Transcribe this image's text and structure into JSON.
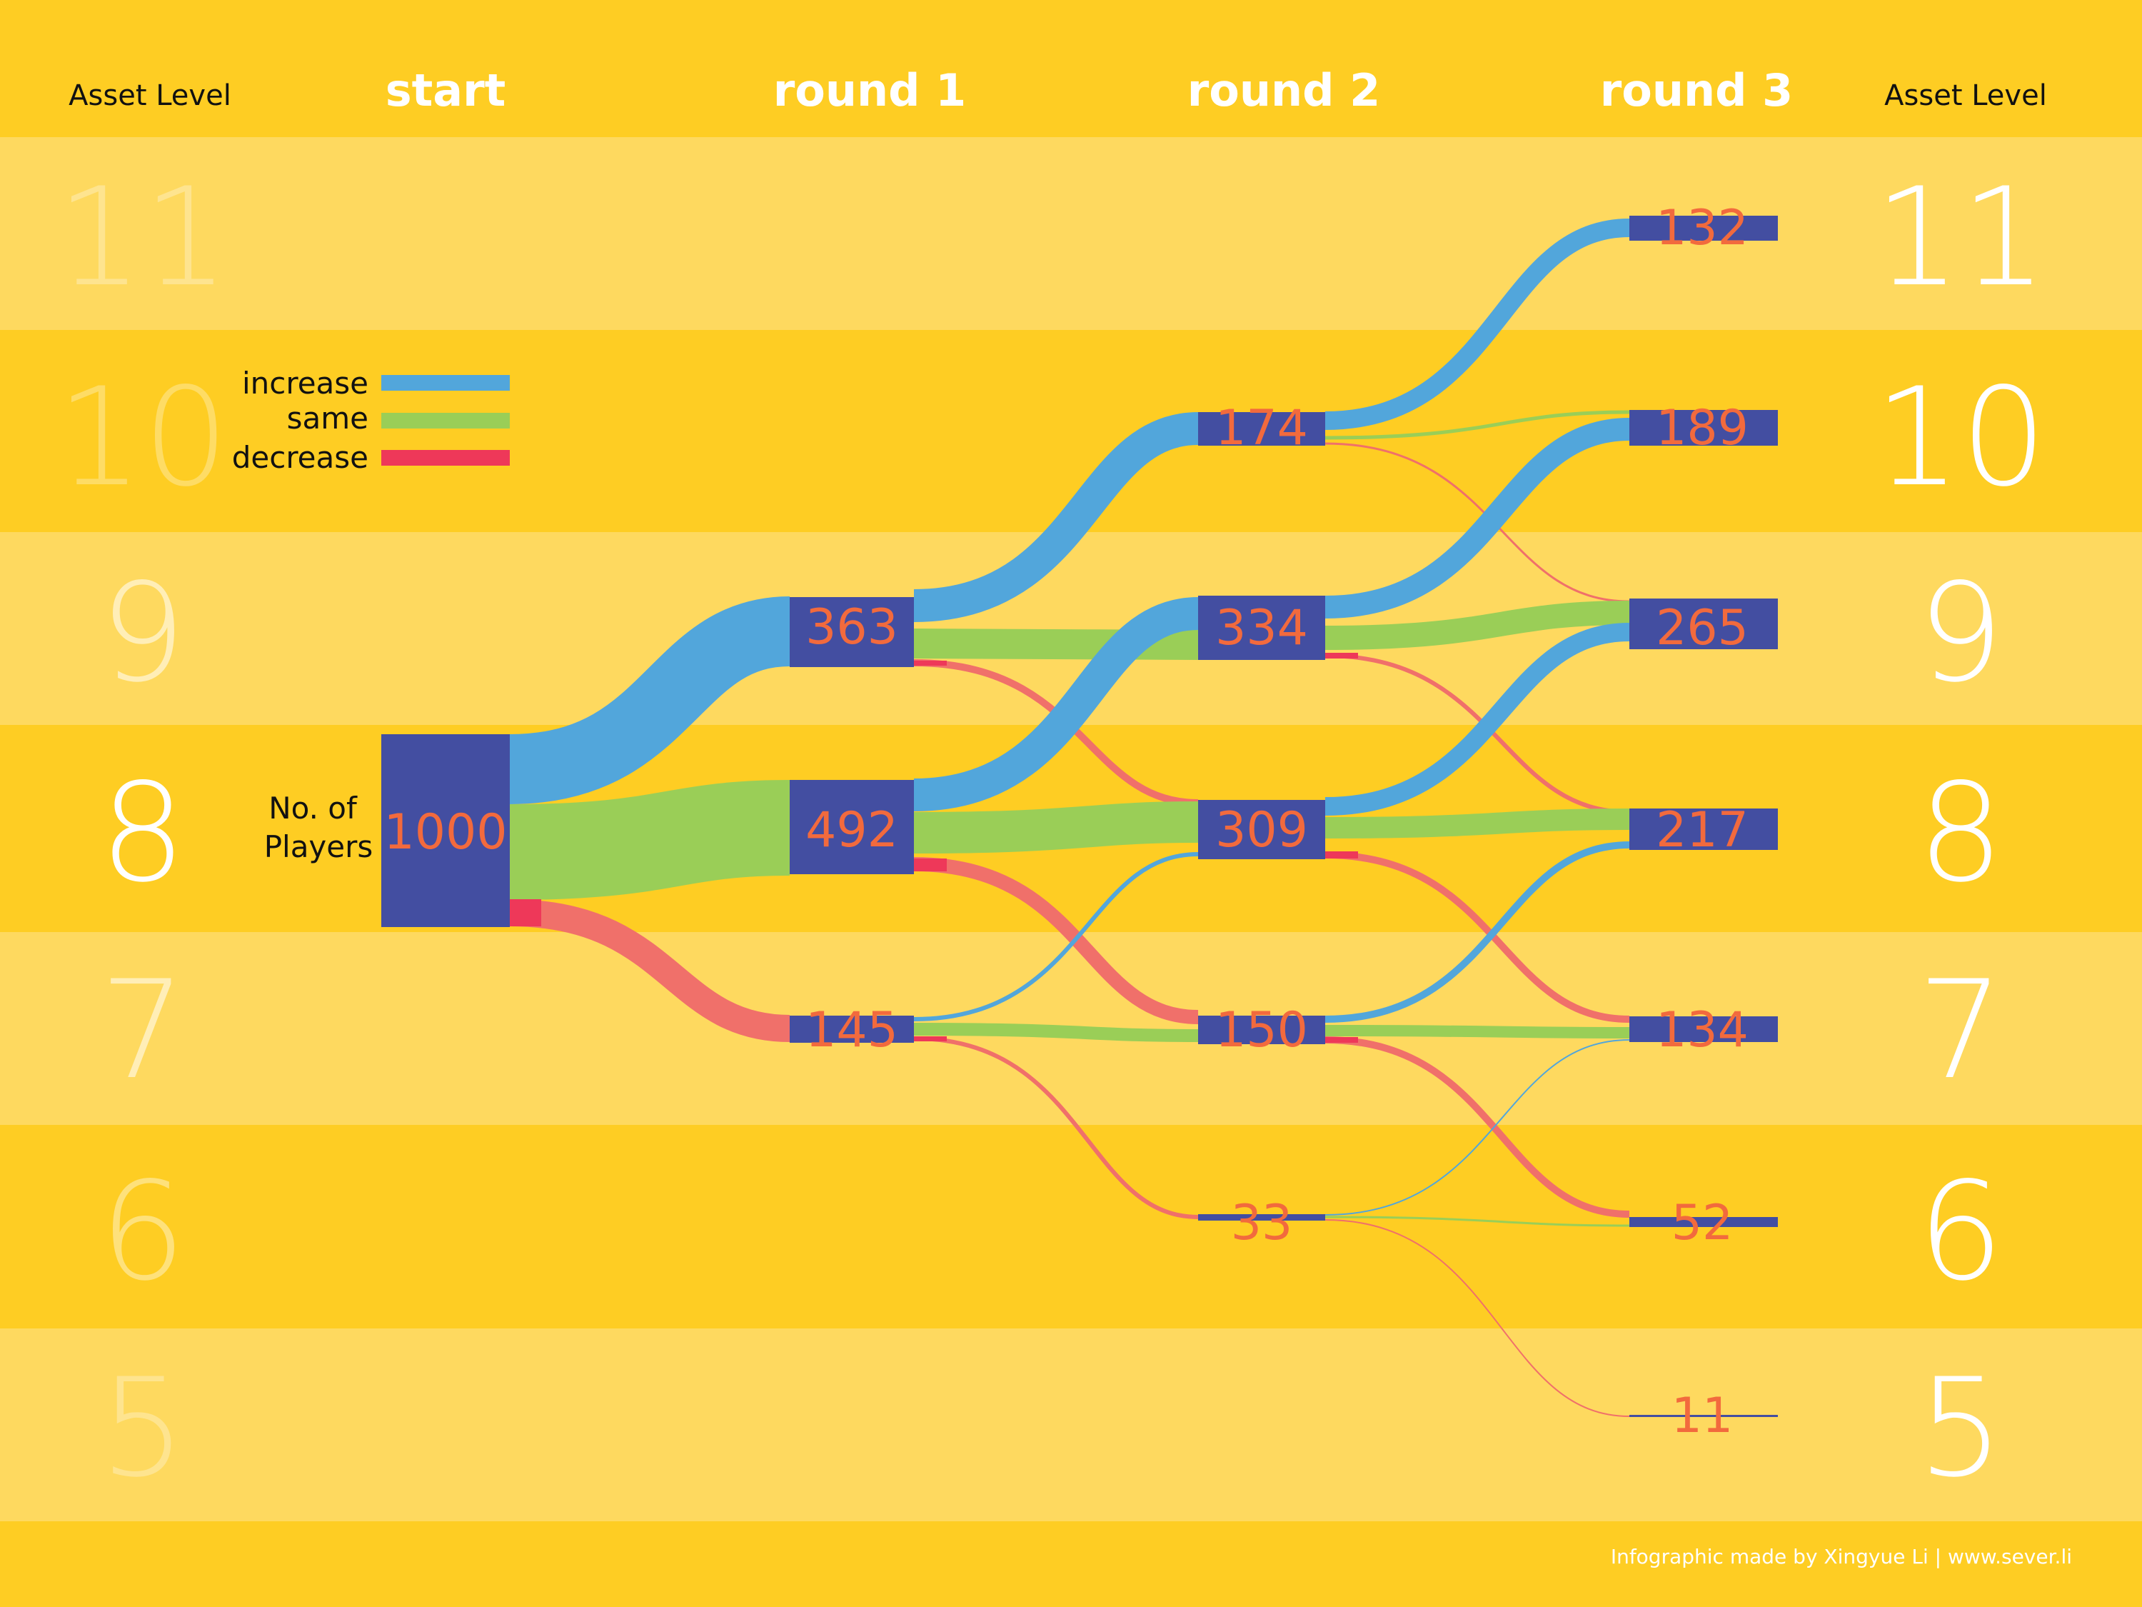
{
  "header": {
    "asset_level_left": "Asset Level",
    "asset_level_right": "Asset Level",
    "columns": [
      "start",
      "round 1",
      "round 2",
      "round 3"
    ]
  },
  "levels": [
    "11",
    "10",
    "9",
    "8",
    "7",
    "6",
    "5"
  ],
  "legend": {
    "increase": "increase",
    "same": "same",
    "decrease": "decrease"
  },
  "players_label": [
    "No. of",
    "Players"
  ],
  "nodes": {
    "start_8": "1000",
    "r1_9": "363",
    "r1_8": "492",
    "r1_7": "145",
    "r2_10": "174",
    "r2_9": "334",
    "r2_8": "309",
    "r2_7": "150",
    "r2_6": "33",
    "r3_11": "132",
    "r3_10": "189",
    "r3_9": "265",
    "r3_8": "217",
    "r3_7": "134",
    "r3_6": "52",
    "r3_5": "11"
  },
  "credit": "Infographic made by Xingyue Li  |  www.sever.li",
  "colors": {
    "background": "#FECD23",
    "band_light": "#FED95F",
    "node": "#434EA1",
    "node_text": "#F26A3D",
    "increase": "#52A6DB",
    "same": "#9ACE57",
    "decrease": "#F0706A",
    "decrease_marker": "#EE3859"
  }
}
